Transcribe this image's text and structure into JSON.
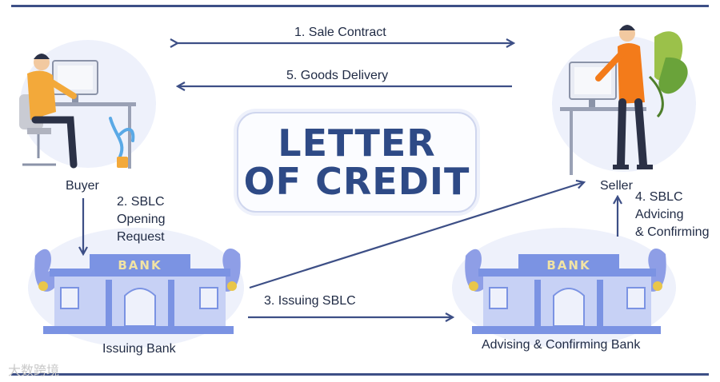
{
  "title": {
    "line1": "LETTER",
    "line2": "OF CREDIT"
  },
  "parties": {
    "buyer": "Buyer",
    "seller": "Seller",
    "issuing_bank": "Issuing Bank",
    "advising_bank": "Advising & Confirming Bank"
  },
  "bank_sign": "BANK",
  "steps": {
    "s1": "1. Sale Contract",
    "s2_l1": "2. SBLC",
    "s2_l2": "Opening",
    "s2_l3": "Request",
    "s3": "3. Issuing SBLC",
    "s4_l1": "4. SBLC",
    "s4_l2": "Advicing",
    "s4_l3": "& Confirming",
    "s5": "5. Goods Delivery"
  },
  "watermark": "大数跨境",
  "colors": {
    "arrow": "#3d4f86",
    "title": "#2e4a86",
    "bank": "#7b93e3",
    "bank_light": "#c7d1f5",
    "shirt": "#f3a93a"
  }
}
